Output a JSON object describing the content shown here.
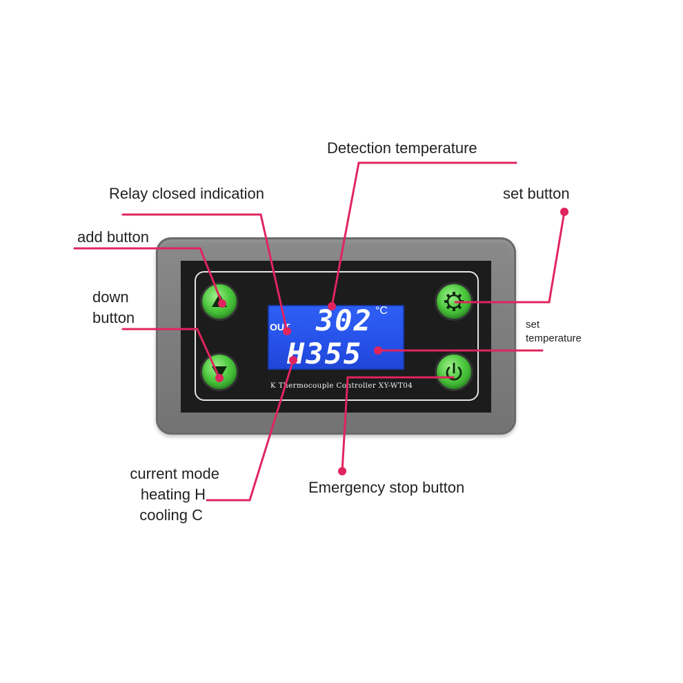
{
  "device": {
    "model_text": "K Thermocouple Controller XY-WT04",
    "lcd": {
      "indicator": "OUT",
      "detection_value": "302",
      "unit": "°C",
      "mode_and_setpoint": "H355"
    }
  },
  "labels": {
    "detection_temperature": "Detection temperature",
    "relay_closed": "Relay closed indication",
    "set_button": "set button",
    "add_button": "add button",
    "down_button_line1": "down",
    "down_button_line2": "button",
    "set_temperature_line1": "set",
    "set_temperature_line2": "temperature",
    "current_mode_line1": "current mode",
    "current_mode_line2": "heating H",
    "current_mode_line3": "cooling C",
    "emergency_stop": "Emergency stop button"
  },
  "icons": {
    "add": "triangle-up-icon",
    "down": "triangle-down-icon",
    "set": "gear-icon",
    "stop": "power-icon"
  },
  "colors": {
    "leader": "#e0245e",
    "button_green": "#4cc83d",
    "lcd_blue": "#2651e8",
    "housing_gray": "#7d7d7d"
  }
}
